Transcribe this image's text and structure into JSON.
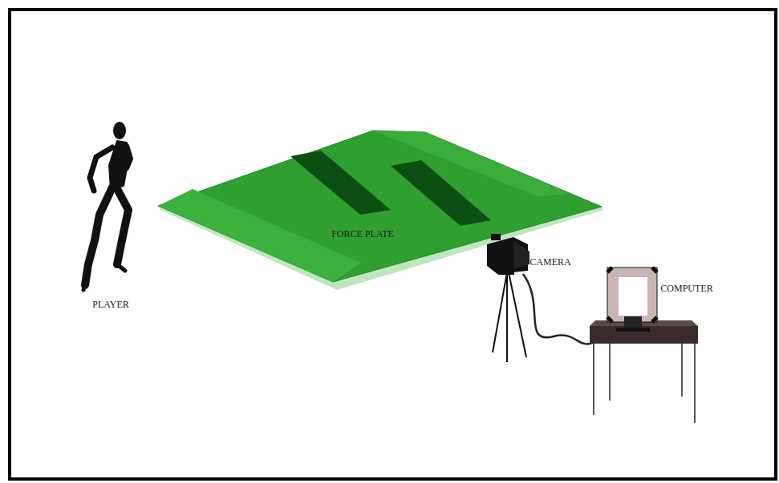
{
  "diagram": {
    "labels": [
      "PLAYER",
      "FORCE PLATE",
      "CAMERA",
      "COMPUTER"
    ]
  }
}
